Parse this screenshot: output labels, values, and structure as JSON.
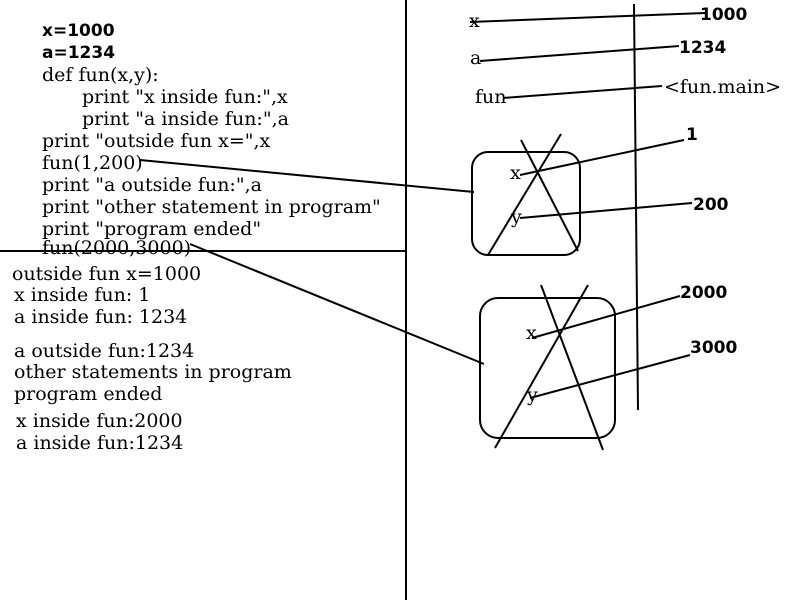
{
  "code": {
    "lines": [
      "x=1000",
      "a=1234",
      "def fun(x,y):",
      "print \"x inside fun:\",x",
      "print \"a inside fun:\",a",
      "print \"outside fun x=\",x",
      "fun(1,200)",
      "print \"a outside fun:\",a",
      "print \"other statement in program\"",
      "print \"program ended\"",
      "fun(2000,3000)"
    ]
  },
  "output": {
    "lines": [
      "outside fun x=1000",
      "x inside fun: 1",
      "a inside fun: 1234",
      "a outside fun:1234",
      "other statements in program",
      "program ended",
      "x inside fun:2000",
      "a inside fun:1234"
    ]
  },
  "memory": {
    "globals": [
      {
        "name": "x",
        "value": "1000"
      },
      {
        "name": "a",
        "value": "1234"
      },
      {
        "name": "fun",
        "value": "<fun.main>"
      }
    ],
    "frames": [
      {
        "params": [
          "x",
          "y"
        ],
        "values": [
          "1",
          "200"
        ]
      },
      {
        "params": [
          "x",
          "y"
        ],
        "values": [
          "2000",
          "3000"
        ]
      }
    ]
  }
}
